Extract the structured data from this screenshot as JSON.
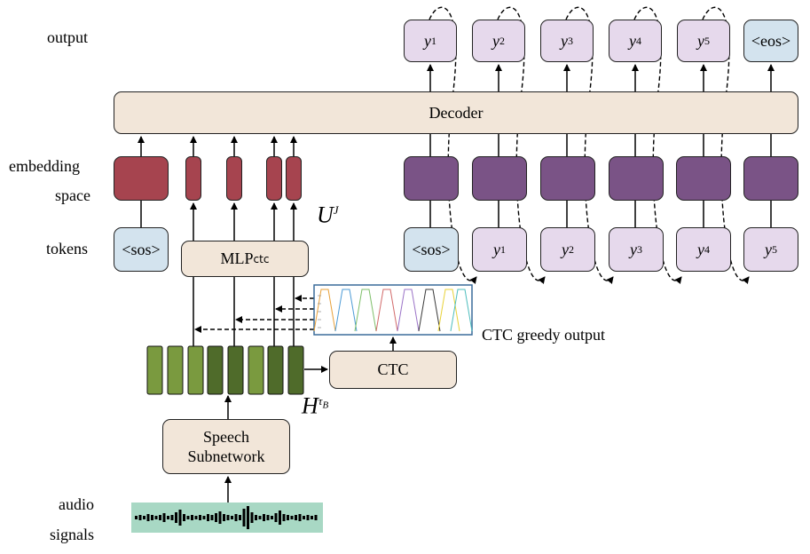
{
  "labels": {
    "output": "output",
    "embedding": "embedding",
    "space": "space",
    "tokens": "tokens",
    "audio": "audio",
    "signals": "signals"
  },
  "decoder": "Decoder",
  "outputs": [
    {
      "base": "y",
      "sub": "1"
    },
    {
      "base": "y",
      "sub": "2"
    },
    {
      "base": "y",
      "sub": "3"
    },
    {
      "base": "y",
      "sub": "4"
    },
    {
      "base": "y",
      "sub": "5"
    }
  ],
  "eos": "<eos>",
  "sos": "<sos>",
  "input_tokens": [
    {
      "base": "y",
      "sub": "1"
    },
    {
      "base": "y",
      "sub": "2"
    },
    {
      "base": "y",
      "sub": "3"
    },
    {
      "base": "y",
      "sub": "4"
    },
    {
      "base": "y",
      "sub": "5"
    }
  ],
  "mlp": {
    "base": "MLP",
    "sub": "ctc"
  },
  "u_label": {
    "base": "U",
    "sup": "J"
  },
  "h_label": {
    "base": "H",
    "sup": "τ",
    "sup_sub": "B"
  },
  "ctc": "CTC",
  "ctc_greedy_output": "CTC greedy output",
  "speech_subnetwork": [
    "Speech",
    "Subnetwork"
  ],
  "colors": {
    "purple_box": "#7a5386",
    "red_box": "#a6444f",
    "light_purple": "#e6d9ec",
    "light_blue": "#d3e3ee",
    "beige": "#f2e6d9",
    "green_dark": "#4f6b2a",
    "green_light": "#7a9a3f",
    "audio_bg": "#a8d8c4"
  },
  "icons": [
    "dashed-recurrence-arrow",
    "solid-up-arrow",
    "audio-waveform"
  ]
}
